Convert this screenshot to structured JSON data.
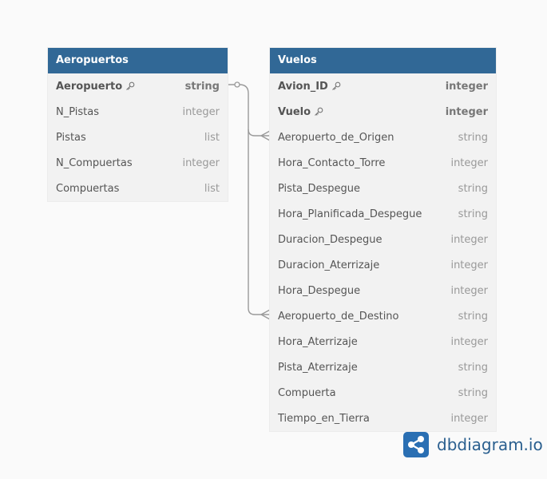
{
  "tables": {
    "aeropuertos": {
      "title": "Aeropuertos",
      "fields": [
        {
          "name": "Aeropuerto",
          "type": "string",
          "pk": true
        },
        {
          "name": "N_Pistas",
          "type": "integer",
          "pk": false
        },
        {
          "name": "Pistas",
          "type": "list",
          "pk": false
        },
        {
          "name": "N_Compuertas",
          "type": "integer",
          "pk": false
        },
        {
          "name": "Compuertas",
          "type": "list",
          "pk": false
        }
      ]
    },
    "vuelos": {
      "title": "Vuelos",
      "fields": [
        {
          "name": "Avion_ID",
          "type": "integer",
          "pk": true
        },
        {
          "name": "Vuelo",
          "type": "integer",
          "pk": true
        },
        {
          "name": "Aeropuerto_de_Origen",
          "type": "string",
          "pk": false
        },
        {
          "name": "Hora_Contacto_Torre",
          "type": "integer",
          "pk": false
        },
        {
          "name": "Pista_Despegue",
          "type": "string",
          "pk": false
        },
        {
          "name": "Hora_Planificada_Despegue",
          "type": "string",
          "pk": false
        },
        {
          "name": "Duracion_Despegue",
          "type": "integer",
          "pk": false
        },
        {
          "name": "Duracion_Aterrizaje",
          "type": "integer",
          "pk": false
        },
        {
          "name": "Hora_Despegue",
          "type": "integer",
          "pk": false
        },
        {
          "name": "Aeropuerto_de_Destino",
          "type": "string",
          "pk": false
        },
        {
          "name": "Hora_Aterrizaje",
          "type": "integer",
          "pk": false
        },
        {
          "name": "Pista_Aterrizaje",
          "type": "string",
          "pk": false
        },
        {
          "name": "Compuerta",
          "type": "string",
          "pk": false
        },
        {
          "name": "Tiempo_en_Tierra",
          "type": "integer",
          "pk": false
        }
      ]
    }
  },
  "relations": [
    {
      "from": "aeropuertos.Aeropuerto",
      "to": "vuelos.Aeropuerto_de_Origen",
      "type": "one-to-many"
    },
    {
      "from": "aeropuertos.Aeropuerto",
      "to": "vuelos.Aeropuerto_de_Destino",
      "type": "one-to-many"
    }
  ],
  "brand": {
    "text": "dbdiagram.io",
    "icon": "share-network-icon"
  },
  "colors": {
    "header": "#316896",
    "brand_icon": "#2a6fb3",
    "brand_text": "#2a5f8f"
  }
}
